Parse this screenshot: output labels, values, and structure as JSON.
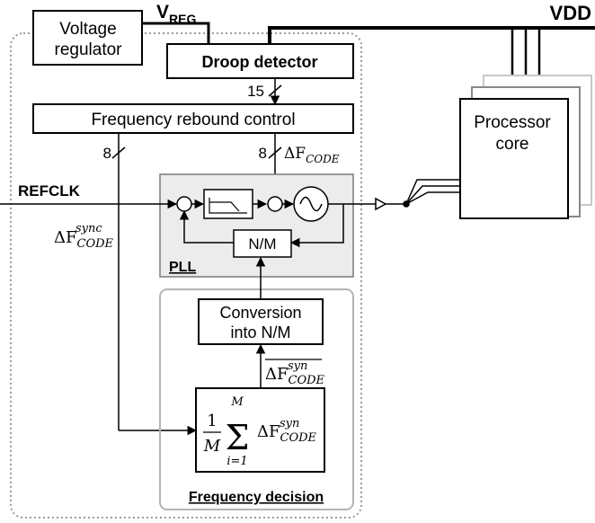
{
  "labels": {
    "voltage_regulator_line1": "Voltage",
    "voltage_regulator_line2": "regulator",
    "vreg_main": "V",
    "vreg_sub": "REG",
    "vdd": "VDD",
    "droop_detector": "Droop detector",
    "bus_15": "15",
    "frequency_rebound_control": "Frequency rebound control",
    "bus_8_left": "8",
    "bus_8_right": "8",
    "delta_fcode_delta": "ΔF",
    "delta_fcode_sub": "CODE",
    "refclk": "REFCLK",
    "delta_fcode_sync_delta": "ΔF",
    "delta_fcode_sync_sub": "CODE",
    "delta_fcode_sync_sup": "sync",
    "nm_block": "N/M",
    "pll": "PLL",
    "processor_core_line1": "Processor",
    "processor_core_line2": "core",
    "conversion_line1": "Conversion",
    "conversion_line2": "into N/M",
    "avg_fcode_delta": "ΔF",
    "avg_fcode_sub": "CODE",
    "avg_fcode_sup": "syn",
    "sum_numerator": "1",
    "sum_denominator": "M",
    "sum_upper": "M",
    "sum_lower": "i=1",
    "sum_term_delta": "ΔF",
    "sum_term_sub": "CODE",
    "sum_term_sup": "syn",
    "frequency_decision": "Frequency decision"
  },
  "colors": {
    "line": "#000000",
    "dotted_border": "#9a9a9a",
    "group_border": "#7a7a7a",
    "pll_fill": "#ececec",
    "decision_border": "#b4b4b4",
    "core_shadow_1": "#c8c8c8",
    "core_shadow_2": "#888888"
  }
}
